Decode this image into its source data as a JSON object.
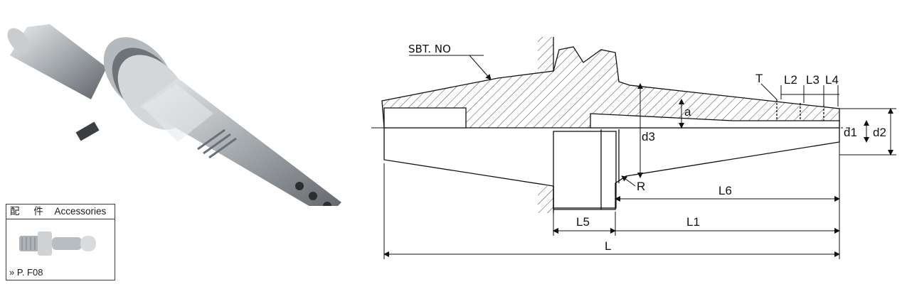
{
  "accessories": {
    "header_cn": "配 件",
    "header_en": "Accessories",
    "ref": "» P. F08"
  },
  "drawing": {
    "model_label": "SBT. NO",
    "labels": {
      "T": "T",
      "L2": "L2",
      "L3": "L3",
      "L4": "L4",
      "a": "a",
      "d1": "d1",
      "d2": "d2",
      "d3": "d3",
      "R": "R",
      "L6": "L6",
      "L5": "L5",
      "L1": "L1",
      "L": "L"
    }
  },
  "icons": {
    "photo": "bt-shrink-fit-toolholder-photo",
    "pull_stud": "pull-stud-icon"
  }
}
